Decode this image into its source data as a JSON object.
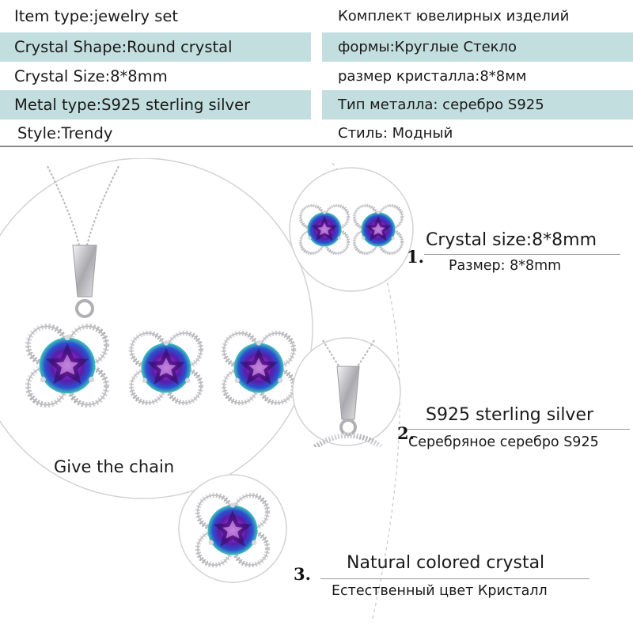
{
  "spec_rows": [
    {
      "left": "Item type:jewelry set",
      "right": "Комплект ювелирных изделий",
      "shaded": false
    },
    {
      "left": "Crystal Shape:Round crystal",
      "right": "формы:Круглые Стекло",
      "shaded": true
    },
    {
      "left": "Crystal Size:8*8mm",
      "right": "размер кристалла:8*8мм",
      "shaded": false
    },
    {
      "left": "Metal type:S925 sterling silver",
      "right": "Тип металла: серебро S925",
      "shaded": true
    },
    {
      "left": "Style:Trendy",
      "right": "Стиль: Модный",
      "shaded": false
    }
  ],
  "main_photo": {
    "label": "Give the chain"
  },
  "features": [
    {
      "number": "1.",
      "title": "Crystal size:8*8mm",
      "subtitle": "Размер: 8*8mm"
    },
    {
      "number": "2.",
      "title": "S925 sterling silver",
      "subtitle": "Серебряное серебро S925"
    },
    {
      "number": "3.",
      "title": "Natural colored crystal",
      "subtitle": "Естественный цвет Кристалл"
    }
  ],
  "colors": {
    "table_shade": "#c3dede",
    "gem_purple": "#6a1fb0",
    "gem_teal": "#3fc6b8",
    "silver": "#c8c8cc"
  }
}
